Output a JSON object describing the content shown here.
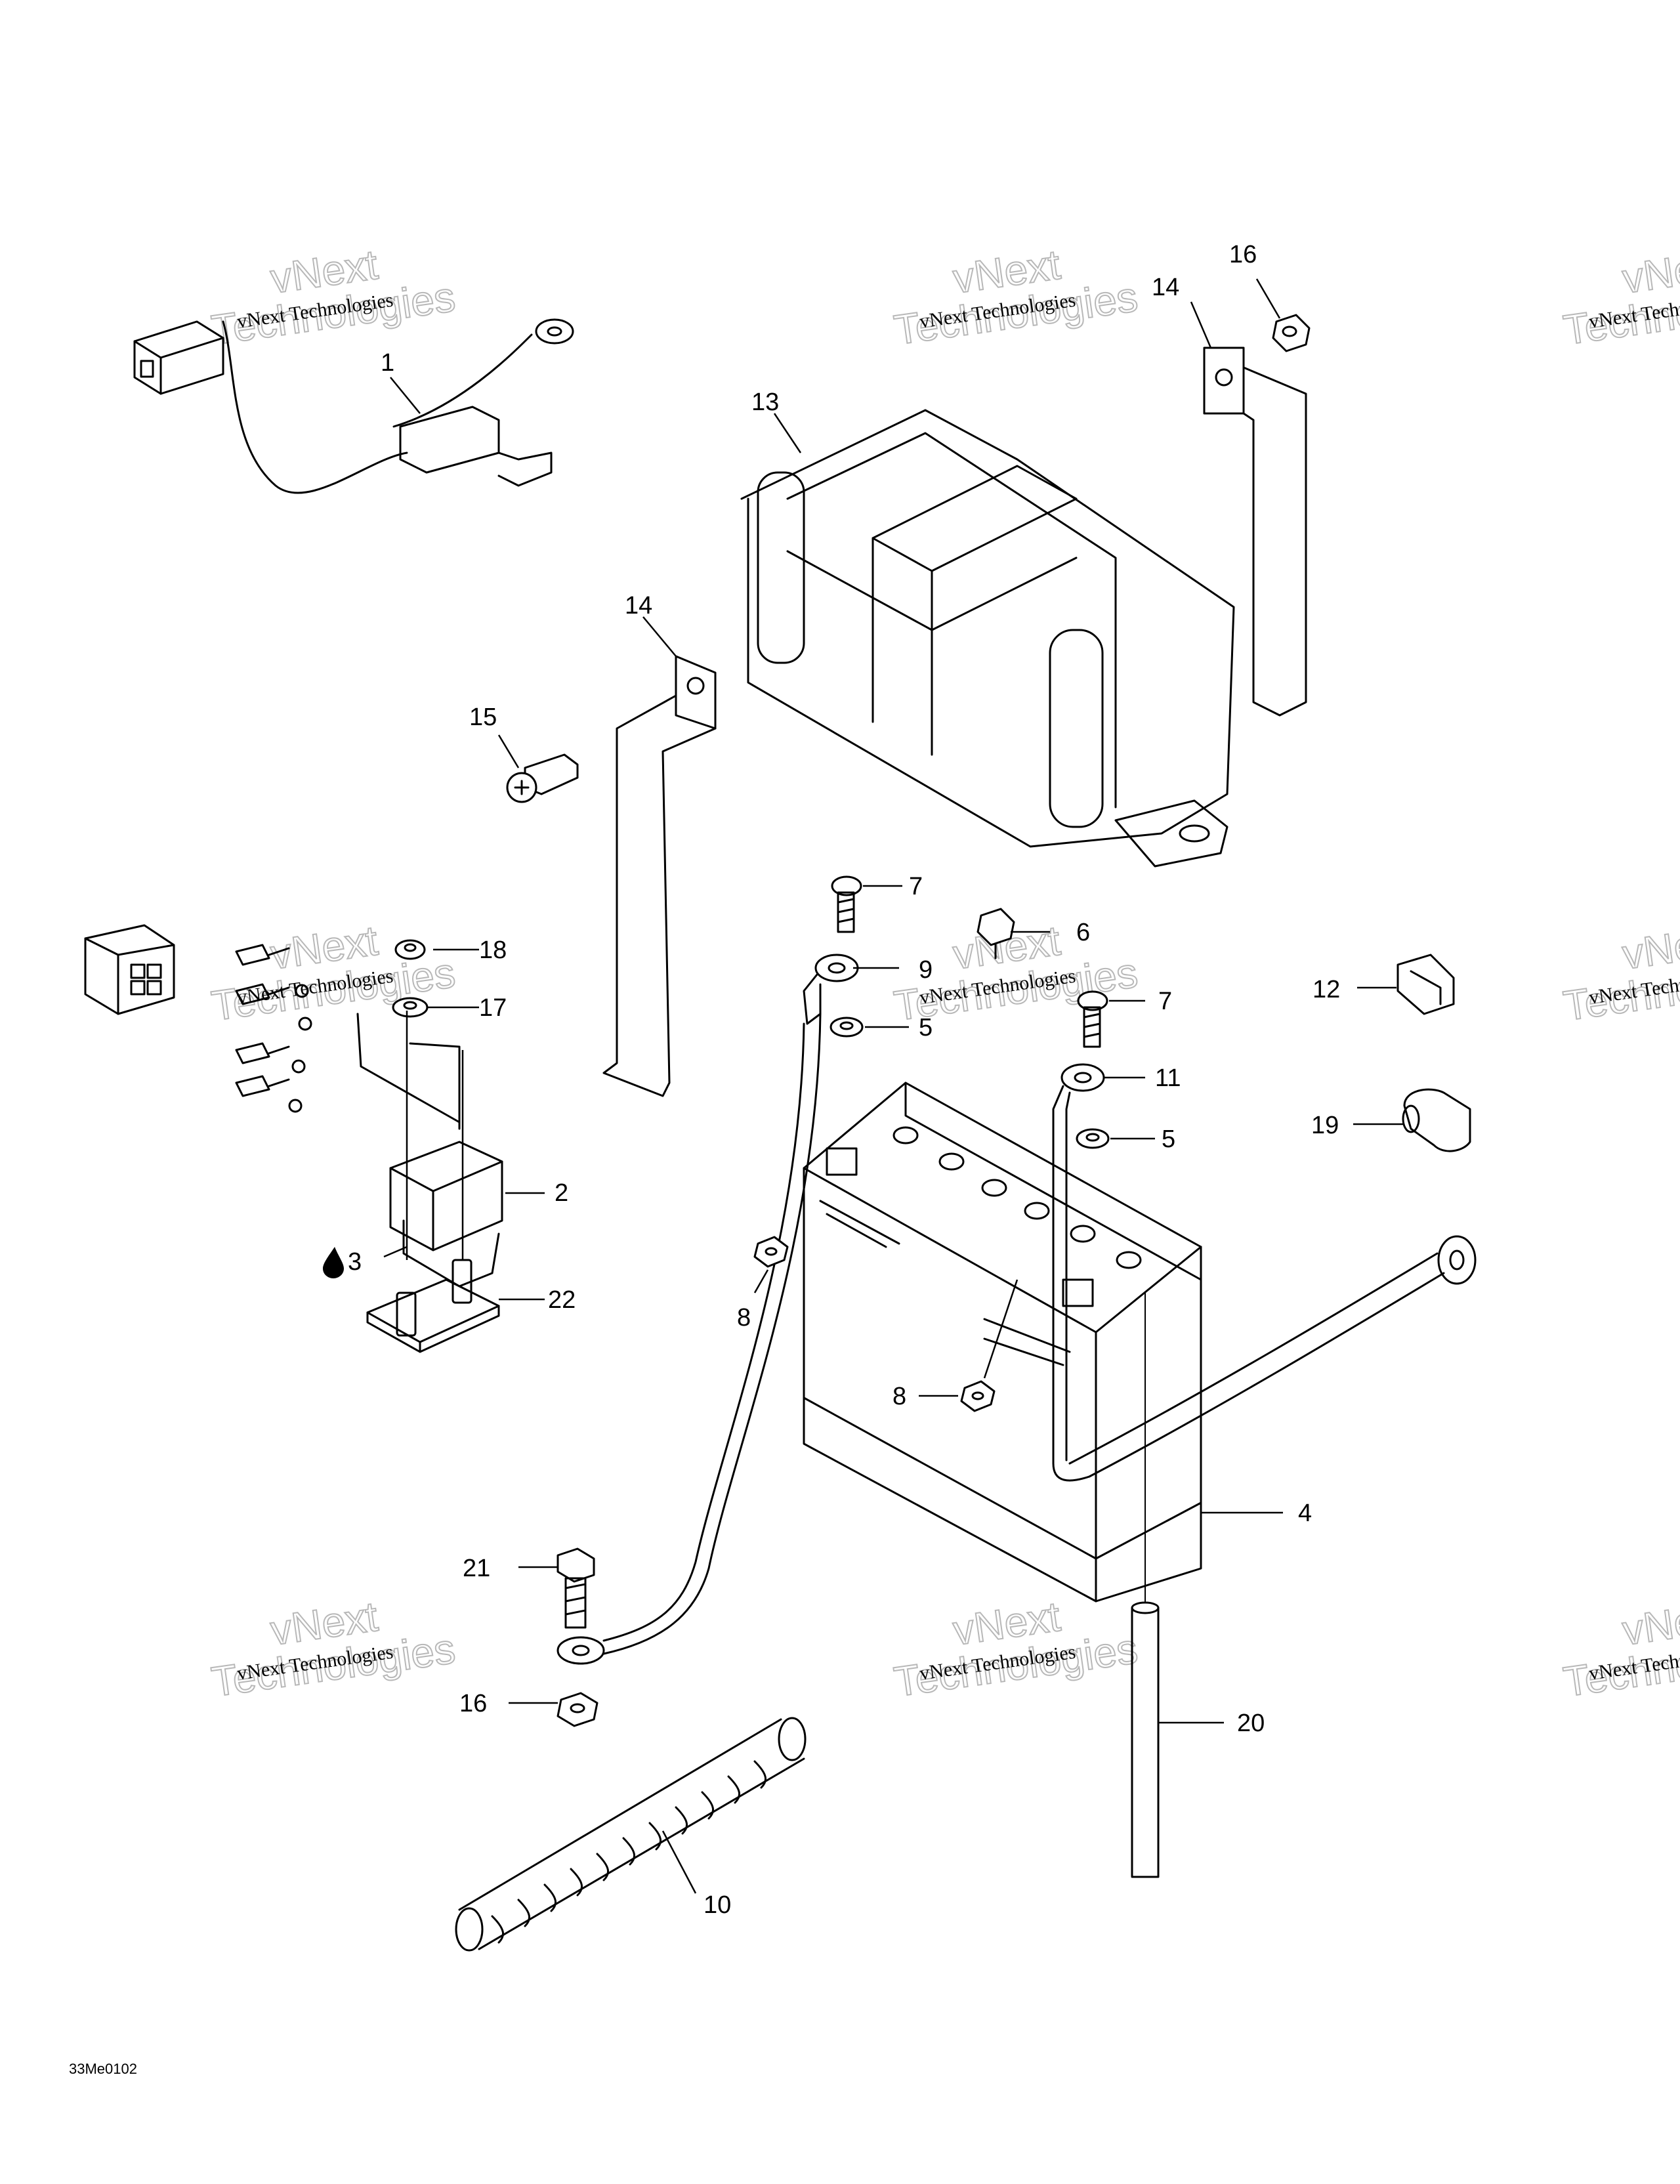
{
  "drawing_id": "33Me0102",
  "watermark": {
    "line1": "vNext Technologies",
    "line2": "vNext",
    "line3": "Technologies"
  },
  "callouts": {
    "c1": "1",
    "c2": "2",
    "c3": "3",
    "c4": "4",
    "c5a": "5",
    "c5b": "5",
    "c6": "6",
    "c7a": "7",
    "c7b": "7",
    "c8a": "8",
    "c8b": "8",
    "c9": "9",
    "c10": "10",
    "c11": "11",
    "c12": "12",
    "c13": "13",
    "c14a": "14",
    "c14b": "14",
    "c15": "15",
    "c16a": "16",
    "c16b": "16",
    "c17": "17",
    "c18": "18",
    "c19": "19",
    "c20": "20",
    "c21": "21",
    "c22": "22"
  },
  "icons": {
    "callout3_marker": "drop-icon"
  }
}
